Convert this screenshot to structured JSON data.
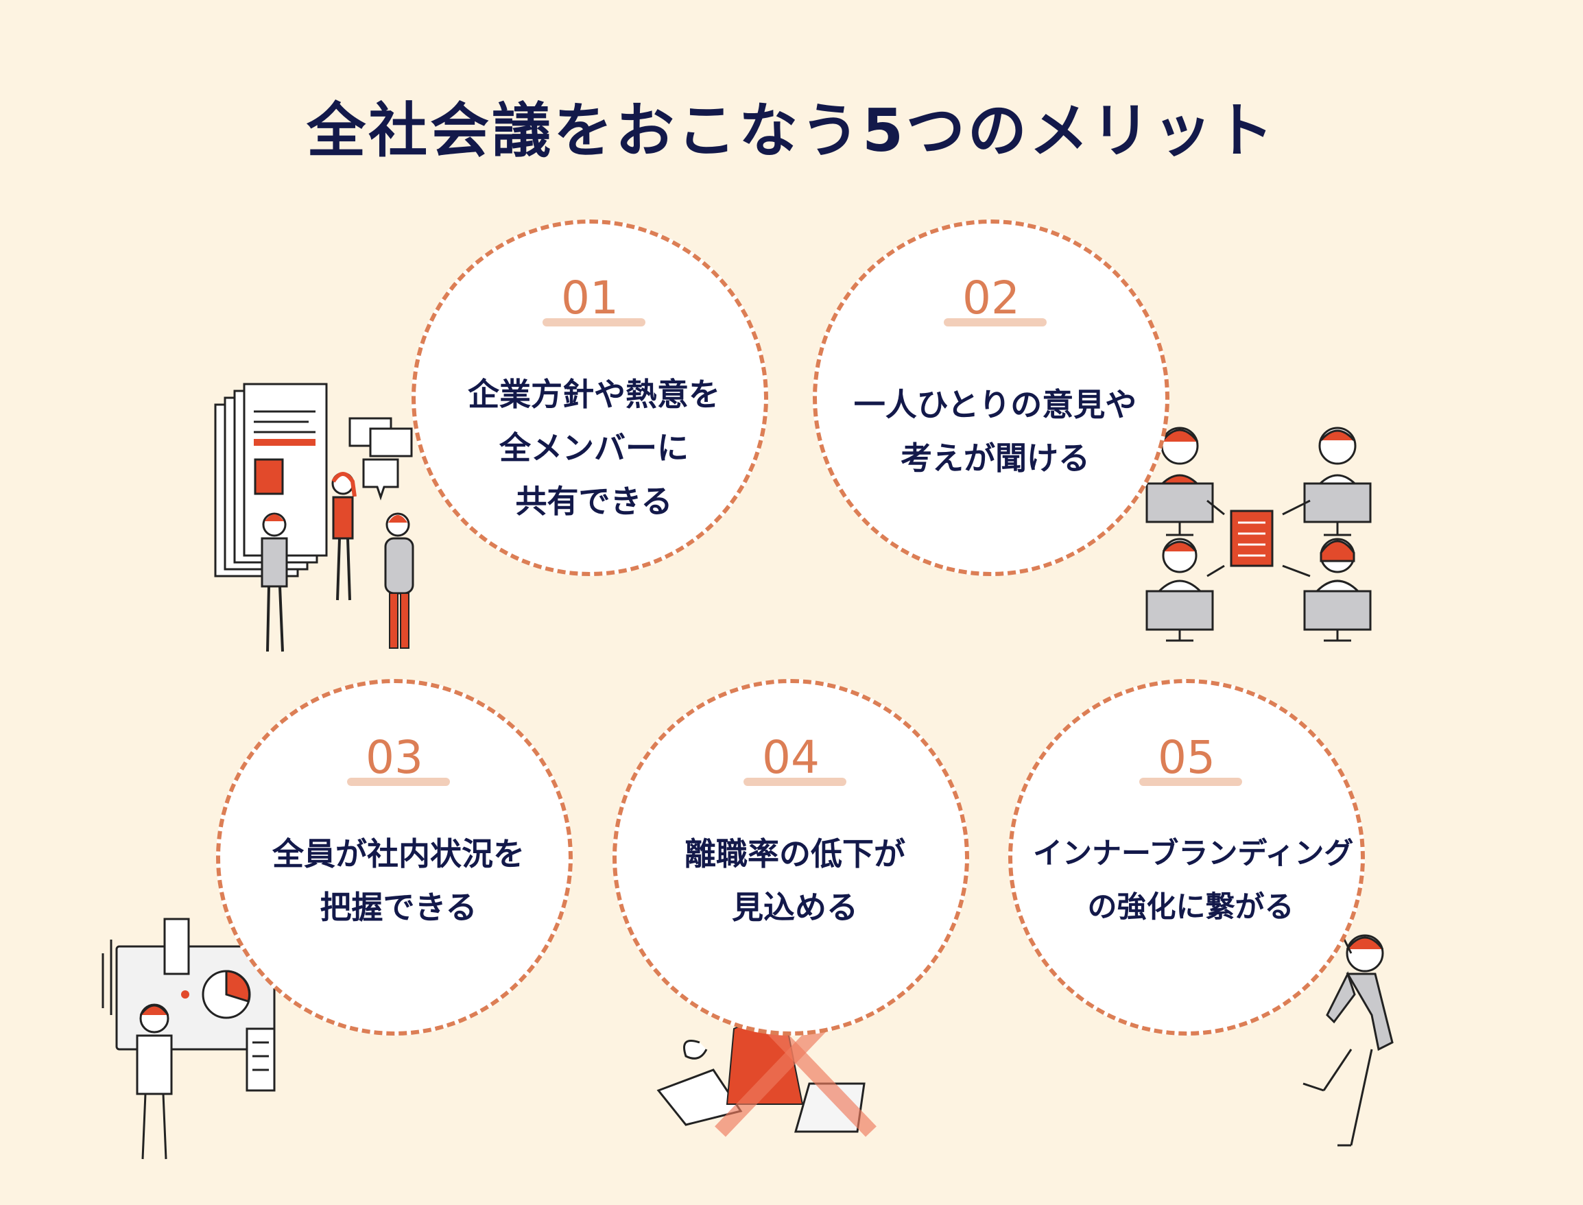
{
  "title": "全社会議をおこなう5つのメリット",
  "items": [
    {
      "number": "01",
      "lines": [
        "企業方針や熱意を",
        "全メンバーに",
        "共有できる"
      ]
    },
    {
      "number": "02",
      "lines": [
        "一人ひとりの意見や",
        "考えが聞ける"
      ]
    },
    {
      "number": "03",
      "lines": [
        "全員が社内状況を",
        "把握できる"
      ]
    },
    {
      "number": "04",
      "lines": [
        "離職率の低下が",
        "見込める"
      ]
    },
    {
      "number": "05",
      "lines": [
        "インナーブランディング",
        "の強化に繋がる"
      ]
    }
  ],
  "colors": {
    "background": "#fdf3e1",
    "accent": "#dc7e55",
    "heading": "#13194a",
    "illustration_red": "#e24a2b",
    "illustration_gray": "#c9c9cc"
  },
  "icons": [
    "presentation-team-icon",
    "network-discussion-icon",
    "dashboard-analysis-icon",
    "stressed-worker-icon",
    "cheering-person-icon"
  ]
}
